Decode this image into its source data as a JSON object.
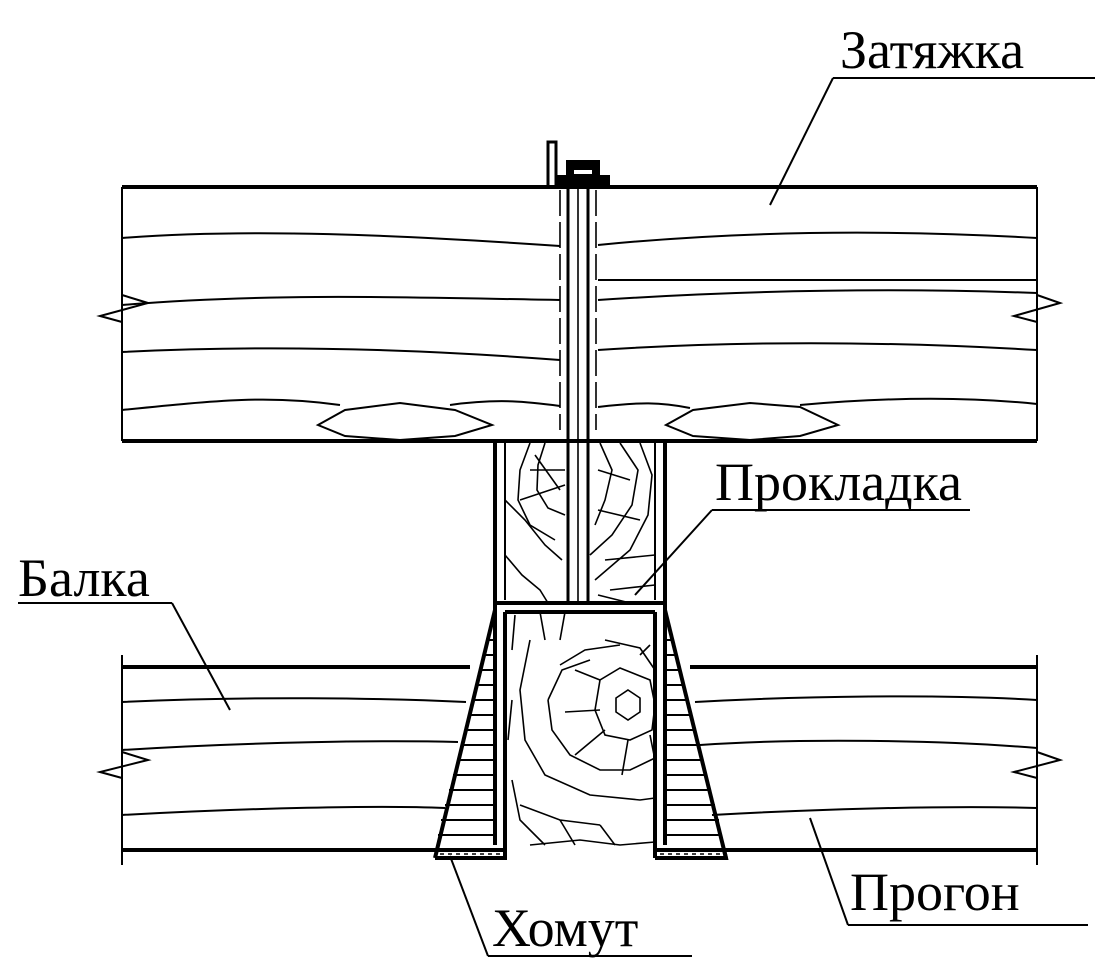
{
  "diagram": {
    "labels": {
      "tie": "Затяжка",
      "spacer": "Прокладка",
      "beam": "Балка",
      "purlin": "Прогон",
      "clamp": "Хомут"
    },
    "colors": {
      "ink": "#000000",
      "background": "#ffffff"
    }
  }
}
